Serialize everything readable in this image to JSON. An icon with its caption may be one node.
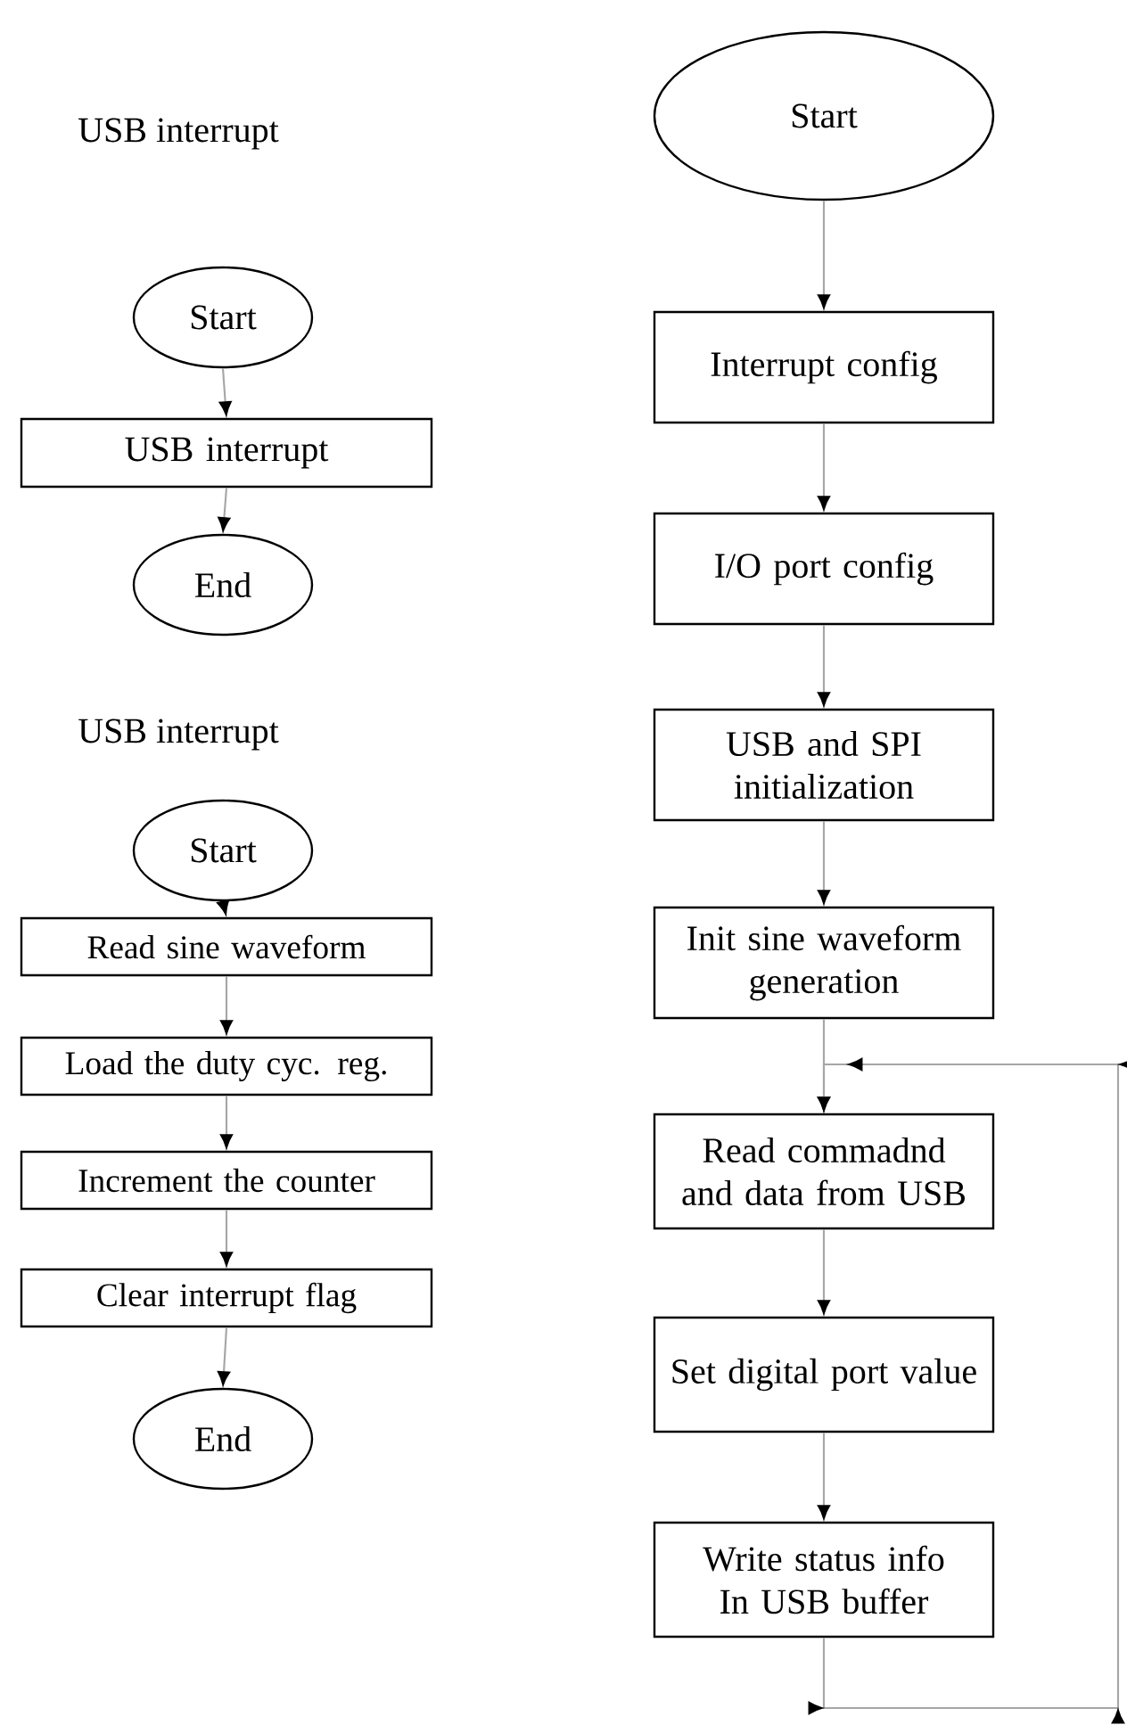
{
  "diagram": {
    "nodes": [
      {
        "text": [
          "Start"
        ]
      },
      {
        "text": [
          "Interrupt config"
        ]
      },
      {
        "text": [
          "I/O port config"
        ]
      },
      {
        "text": [
          "USB and SPI initialization"
        ]
      },
      {
        "text": [
          "Init sine waveform generation"
        ]
      },
      {
        "text": [
          "Read commadnd and data from USB"
        ]
      },
      {
        "text": [
          "Set digital port value"
        ]
      },
      {
        "text": [
          "Write status info In USB buffer"
        ]
      },
      {
        "text": [
          "Start"
        ]
      },
      {
        "text": [
          "USB interrupt"
        ]
      },
      {
        "text": [
          "End"
        ]
      },
      {
        "text": [
          "Start"
        ]
      },
      {
        "text": [
          "Read sine waveform"
        ]
      },
      {
        "text": [
          "Load the duty cyc. reg."
        ]
      },
      {
        "text": [
          "Increment the counter"
        ]
      },
      {
        "text": [
          "Clear interrupt flag"
        ]
      },
      {
        "text": [
          "End"
        ]
      }
    ],
    "edges": [
      {
        "from": 0,
        "to": 1,
        "arrow": "to"
      },
      {
        "from": 1,
        "to": 2,
        "arrow": "to"
      },
      {
        "from": 2,
        "to": 3,
        "arrow": "to"
      },
      {
        "from": 3,
        "to": 4,
        "arrow": "to"
      },
      {
        "from": 4,
        "to": 5,
        "arrow": "to"
      },
      {
        "from": 5,
        "to": 6,
        "arrow": "to"
      },
      {
        "from": 6,
        "to": 7,
        "arrow": "to"
      },
      {
        "from": 7,
        "to": 5,
        "arrow": "to"
      },
      {
        "from": 8,
        "to": 9,
        "arrow": "to"
      },
      {
        "from": 9,
        "to": 10,
        "arrow": "to"
      },
      {
        "from": 11,
        "to": 12,
        "arrow": "to"
      },
      {
        "from": 12,
        "to": 13,
        "arrow": "to"
      },
      {
        "from": 13,
        "to": 14,
        "arrow": "to"
      },
      {
        "from": 14,
        "to": 15,
        "arrow": "to"
      },
      {
        "from": 15,
        "to": 16,
        "arrow": "to"
      }
    ],
    "labels": [
      "USB interrupt",
      "USB interrupt"
    ]
  }
}
